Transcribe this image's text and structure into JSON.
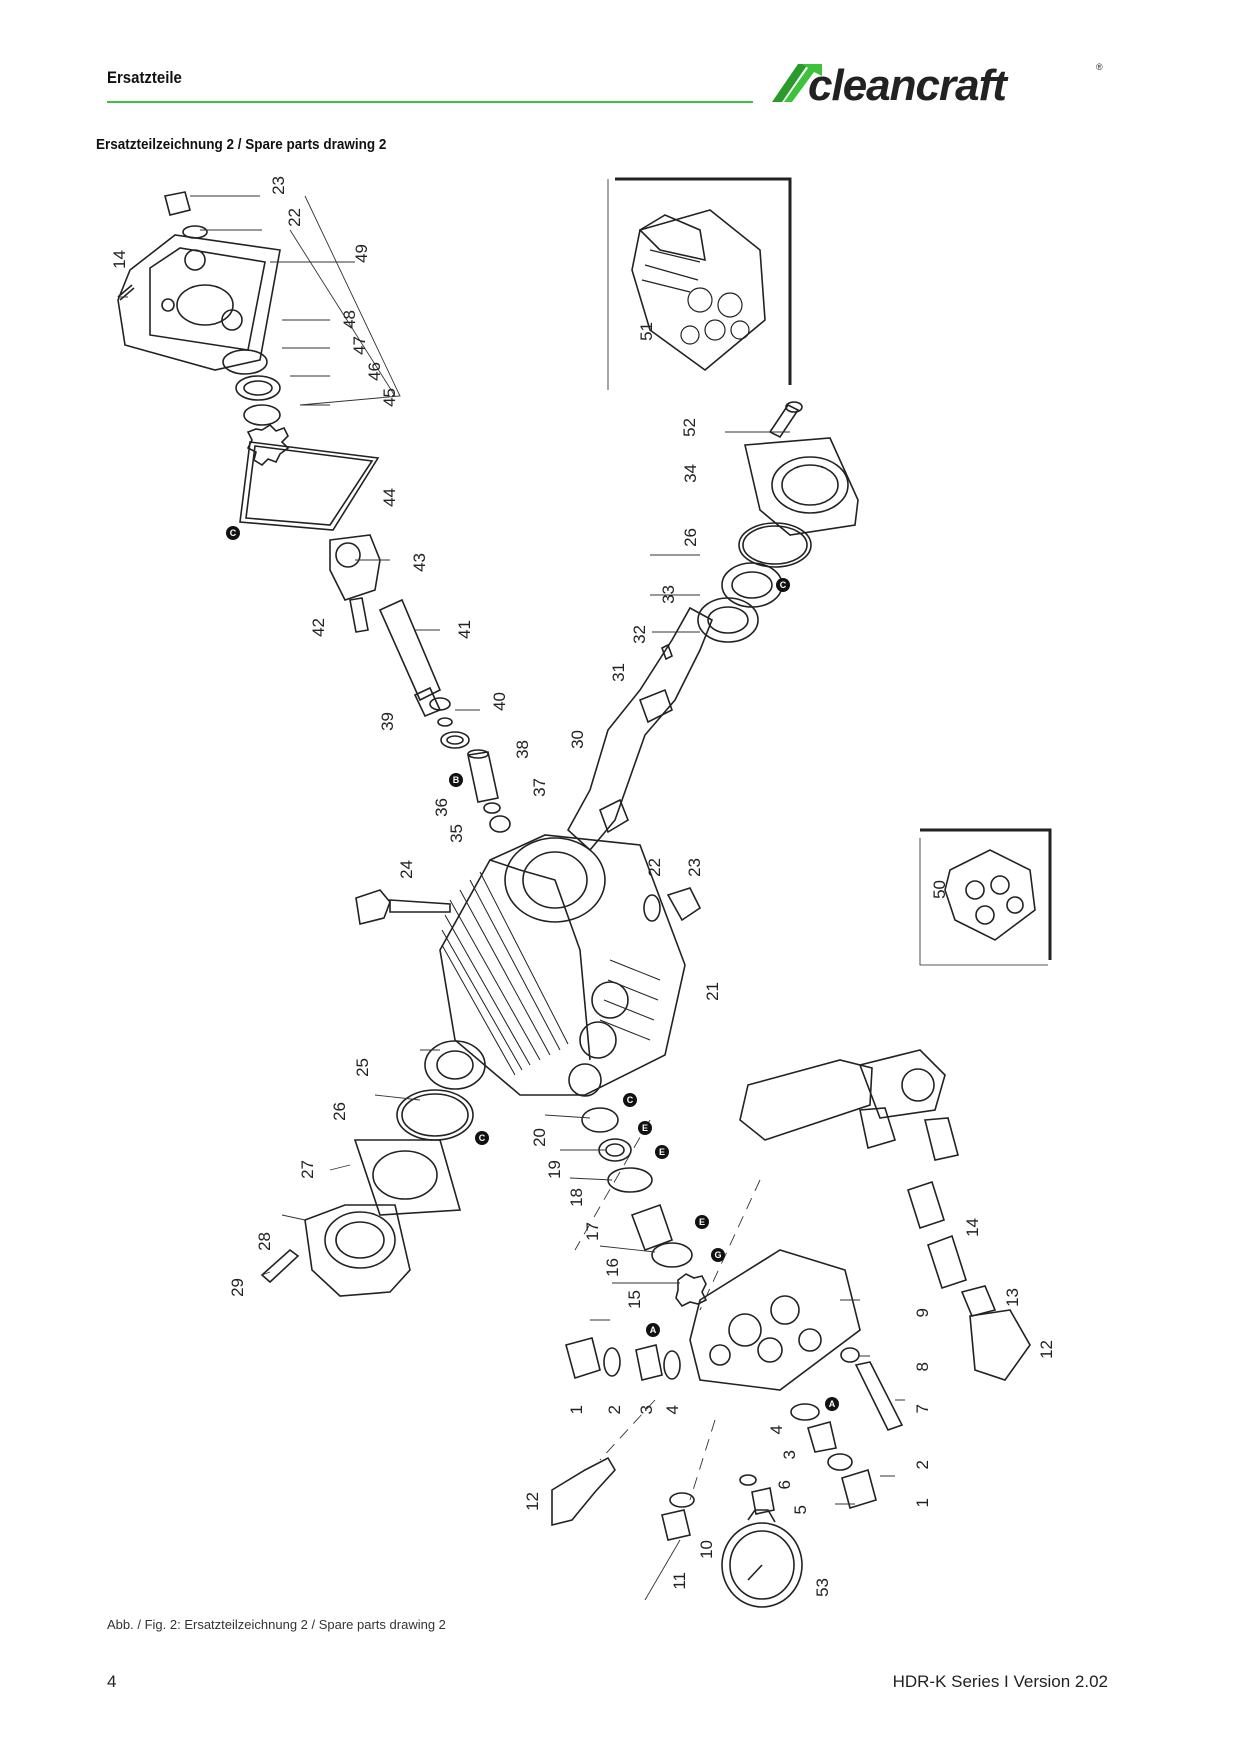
{
  "header": {
    "title": "Ersatzteile",
    "logo_text": "cleancraft",
    "accent_color": "#3cc23c"
  },
  "section_title": "Ersatzteilzeichnung 2 / Spare parts drawing 2",
  "drawing": {
    "part_numbers": [
      "1",
      "2",
      "3",
      "4",
      "5",
      "6",
      "7",
      "8",
      "9",
      "10",
      "11",
      "12",
      "13",
      "14",
      "15",
      "16",
      "17",
      "18",
      "19",
      "20",
      "21",
      "22",
      "23",
      "24",
      "25",
      "26",
      "27",
      "28",
      "29",
      "30",
      "31",
      "32",
      "33",
      "34",
      "35",
      "36",
      "37",
      "38",
      "39",
      "40",
      "41",
      "42",
      "43",
      "44",
      "45",
      "46",
      "47",
      "48",
      "49",
      "50",
      "51",
      "52",
      "53"
    ],
    "markers": [
      "A",
      "B",
      "C",
      "E",
      "G"
    ]
  },
  "caption": "Abb. / Fig. 2: Ersatzteilzeichnung  2 / Spare parts drawing 2",
  "footer": {
    "page_number": "4",
    "series": "HDR-K Series I Version 2.02"
  }
}
